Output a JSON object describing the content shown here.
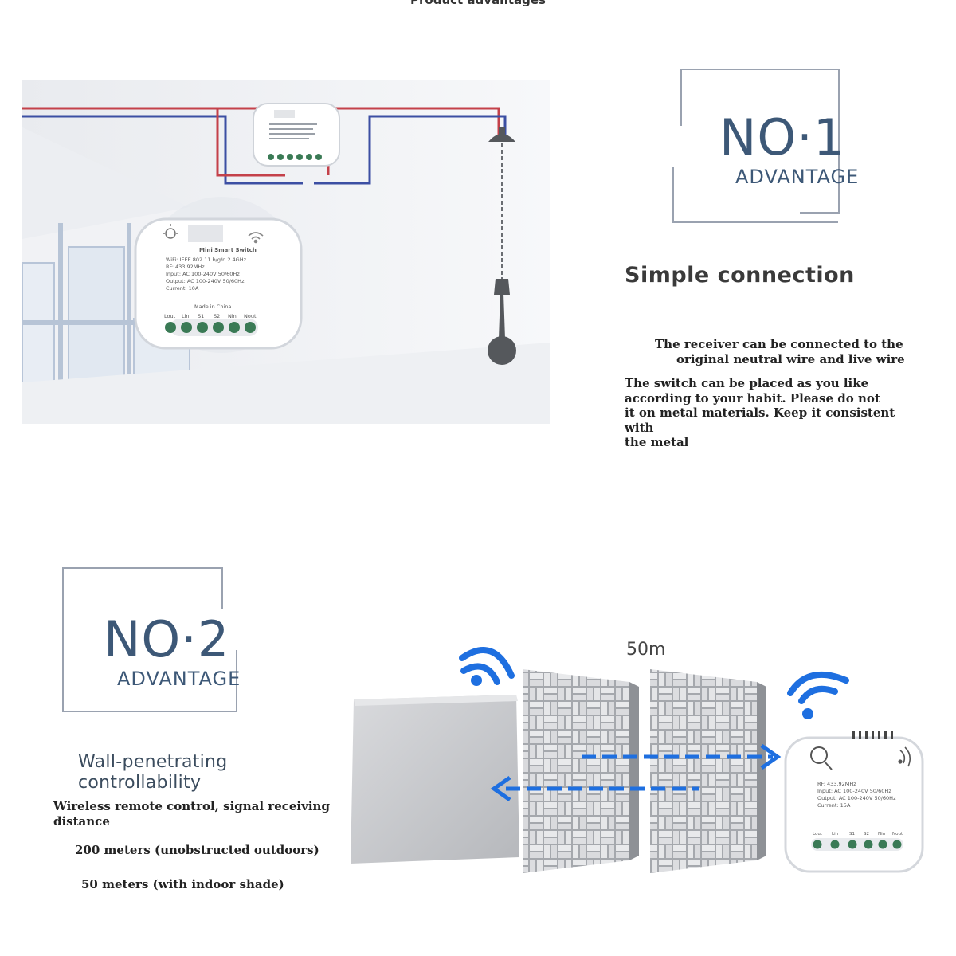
{
  "page": {
    "top_title": "Product advantages"
  },
  "advantage1": {
    "number": "NO·1",
    "label": "ADVANTAGE",
    "heading": "Simple connection",
    "para1_line1": "The receiver can be connected to the",
    "para1_line2": "original neutral wire and live wire",
    "para2_line1": "The switch can be placed as you like",
    "para2_line2": "according to your habit. Please do not",
    "para2_line3": "it on metal materials. Keep it consistent with",
    "para2_line4": "the metal"
  },
  "module_small": {
    "title": "Mini Smart Switch",
    "spec1": "WiFi: IEEE 802.11 b/g/n 2.4GHz",
    "spec2": "RF: 433.92MHz",
    "spec3": "Input: AC 100-240V 50/60Hz",
    "spec4": "Output: AC 100-240V 50/60Hz",
    "spec5": "Current: 10A",
    "origin": "Made in China",
    "terminals": [
      "Lout",
      "Lin",
      "S1",
      "S2",
      "Nin",
      "Nout"
    ]
  },
  "advantage2": {
    "number": "NO·2",
    "label": "ADVANTAGE",
    "heading_line1": "Wall-penetrating",
    "heading_line2": "controllability",
    "desc_line1": "Wireless remote control, signal receiving",
    "desc_line2": "distance",
    "range_outdoor": "200 meters (unobstructed outdoors)",
    "range_indoor": "50 meters (with indoor shade)",
    "distance_label": "50m"
  },
  "module_large": {
    "spec1": "RF: 433.92MHz",
    "spec2": "Input: AC 100-240V 50/60Hz",
    "spec3": "Output: AC 100-240V 50/60Hz",
    "spec4": "Current: 15A",
    "terminals": [
      "Lout",
      "Lin",
      "S1",
      "S2",
      "Nin",
      "Nout"
    ]
  },
  "colors": {
    "accent_blue": "#1e6fe0",
    "frame_text": "#3d5877",
    "wire_red": "#c4414a",
    "wire_blue": "#3c4fa3",
    "terminal_green": "#3a7a55"
  },
  "icons": {
    "wifi": "wifi-icon",
    "bulb": "bulb-icon",
    "arrow": "arrow-icon"
  }
}
